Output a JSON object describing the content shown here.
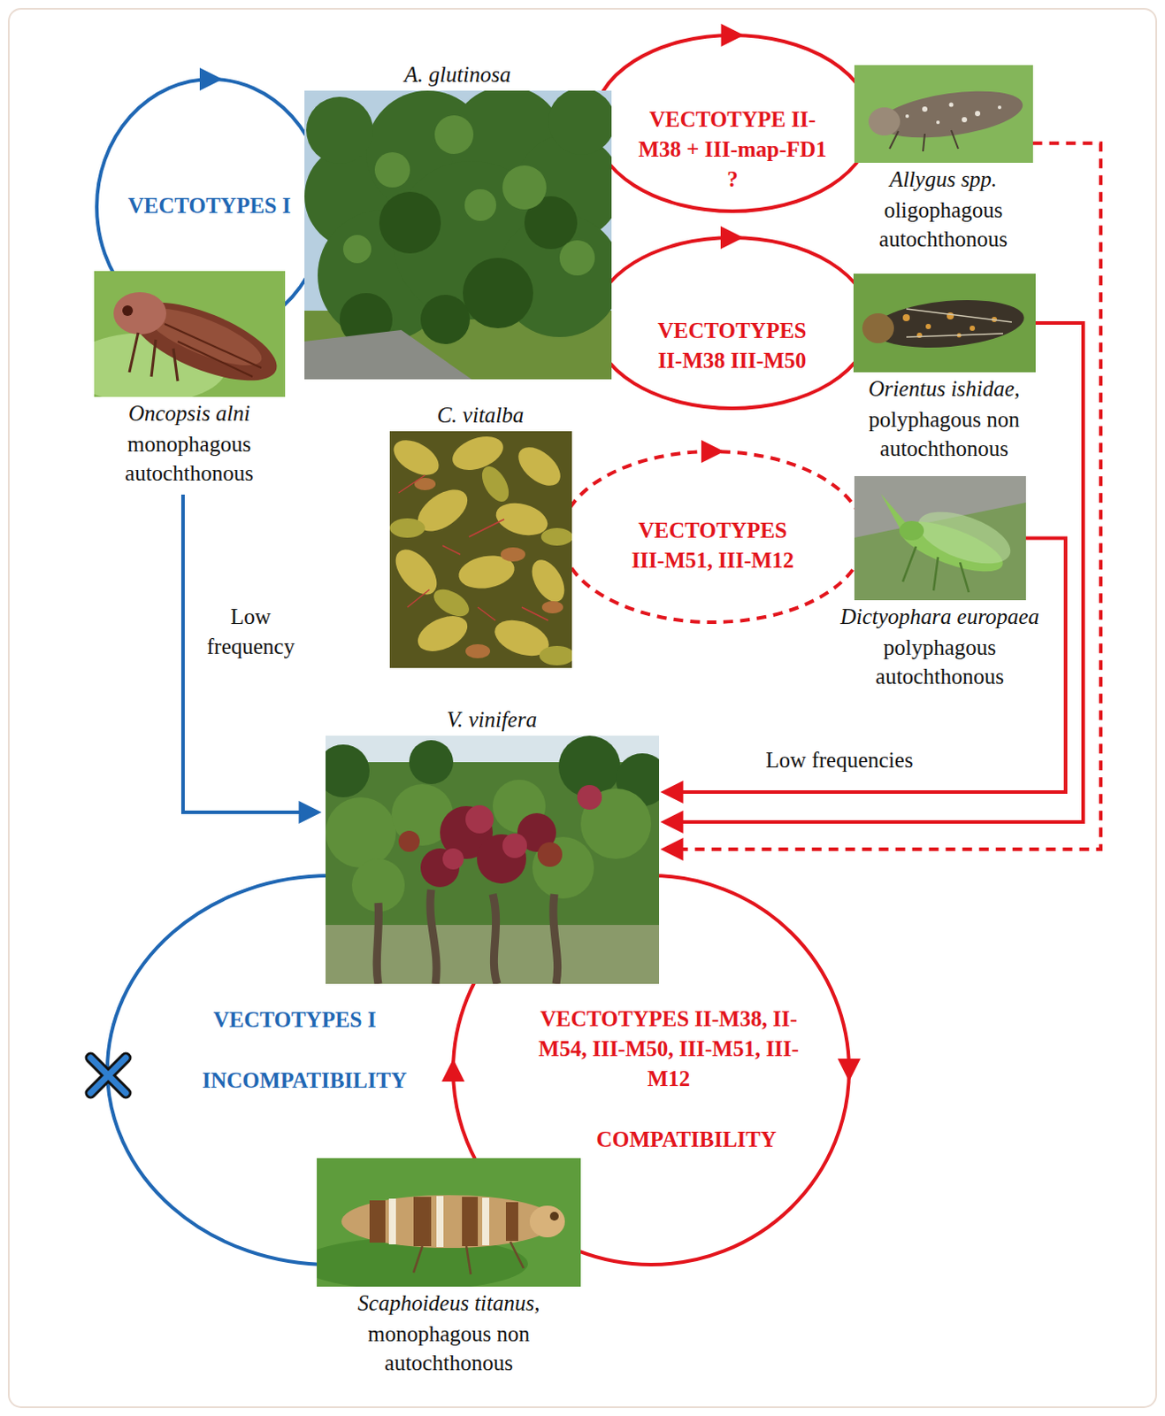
{
  "diagram": {
    "nodes": [
      {
        "text": [
          "A. glutinosa"
        ]
      },
      {
        "text": [
          "Oncopsis alni",
          "monophagous autochthonous"
        ]
      },
      {
        "text": [
          "Allygus spp.",
          "oligophagous autochthonous"
        ]
      },
      {
        "text": [
          "Orientus ishidae,",
          "polyphagous non autochthonous"
        ]
      },
      {
        "text": [
          "C. vitalba"
        ]
      },
      {
        "text": [
          "Dictyophara europaea",
          "polyphagous autochthonous"
        ]
      },
      {
        "text": [
          "V. vinifera"
        ]
      },
      {
        "text": [
          "Scaphoideus titanus,",
          "monophagous non autochthonous"
        ]
      }
    ],
    "edges": [
      {
        "from": 1,
        "to": 0,
        "arrow": "to",
        "label": "VECTOTYPES I"
      },
      {
        "from": 0,
        "to": 2,
        "arrow": "to",
        "label": "VECTOTYPE II-M38 + III-map-FD1 ?"
      },
      {
        "from": 0,
        "to": 3,
        "arrow": "to",
        "label": "VECTOTYPES II-M38 III-M50"
      },
      {
        "from": 4,
        "to": 5,
        "arrow": "to",
        "label": "VECTOTYPES III-M51, III-M12"
      },
      {
        "from": 1,
        "to": 6,
        "arrow": "to",
        "label": "Low frequency"
      },
      {
        "from": 5,
        "to": 6,
        "arrow": "to",
        "label": "Low frequencies"
      },
      {
        "from": 3,
        "to": 6,
        "arrow": "to"
      },
      {
        "from": 2,
        "to": 6,
        "arrow": "to"
      },
      {
        "from": 6,
        "to": 7,
        "arrow": "none",
        "label": "VECTOTYPES I"
      },
      {
        "from": 6,
        "to": 7,
        "arrow": "both",
        "label": "VECTOTYPES II-M38, II-M54, III-M50, III-M51, III-M12"
      }
    ],
    "labels": [
      "INCOMPATIBILITY",
      "COMPATIBILITY"
    ]
  }
}
